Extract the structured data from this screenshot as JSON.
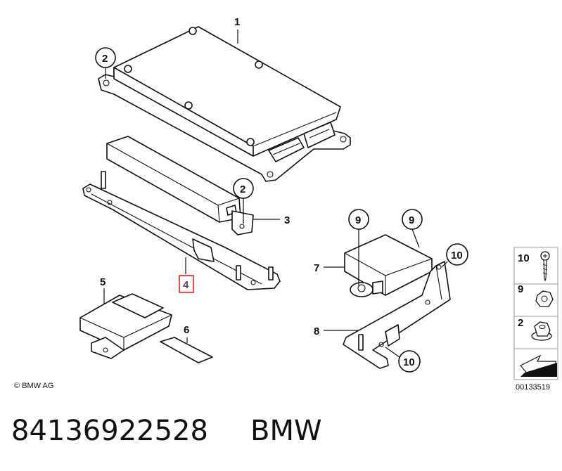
{
  "callouts": {
    "c1": "1",
    "c2a": "2",
    "c2b": "2",
    "c3": "3",
    "c4": "4",
    "c5": "5",
    "c6": "6",
    "c7": "7",
    "c8": "8",
    "c9a": "9",
    "c9b": "9",
    "c10a": "10",
    "c10b": "10"
  },
  "legend": {
    "item10": "10",
    "item9": "9",
    "item2": "2",
    "code": "00133519"
  },
  "copyright": "© BMW AG",
  "footer": {
    "part_number": "84136922528",
    "brand": "BMW"
  },
  "colors": {
    "line": "#111111",
    "highlight": "#e02020",
    "highlight_text": "#4a4a6a",
    "legend_bg": "#f0f0f0",
    "legend_border": "#999999"
  },
  "icons": [
    "screw-icon",
    "nut-icon",
    "flange-nut-icon",
    "arrow-icon"
  ]
}
